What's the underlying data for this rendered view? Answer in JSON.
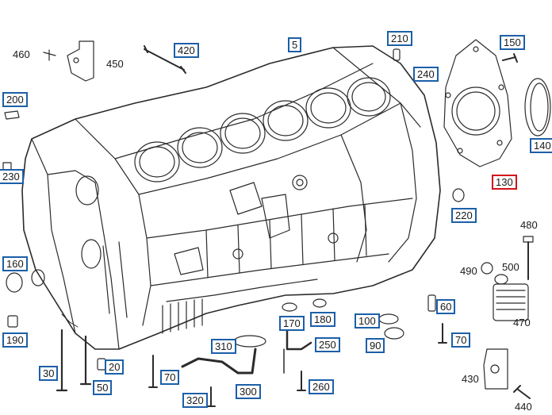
{
  "diagram": {
    "selected_part": "130",
    "colors": {
      "line": "#2b2b2b",
      "box": "#1c5fa8",
      "selected_box": "#d3121b"
    },
    "parts": [
      {
        "id": "p460",
        "label": "460",
        "boxed": false
      },
      {
        "id": "p450",
        "label": "450",
        "boxed": false
      },
      {
        "id": "p420",
        "label": "420",
        "boxed": true
      },
      {
        "id": "p5",
        "label": "5",
        "boxed": true
      },
      {
        "id": "p210",
        "label": "210",
        "boxed": true
      },
      {
        "id": "p150",
        "label": "150",
        "boxed": true
      },
      {
        "id": "p200",
        "label": "200",
        "boxed": true
      },
      {
        "id": "p240",
        "label": "240",
        "boxed": true
      },
      {
        "id": "p140",
        "label": "140",
        "boxed": true
      },
      {
        "id": "p230",
        "label": "230",
        "boxed": true
      },
      {
        "id": "p130",
        "label": "130",
        "boxed": true
      },
      {
        "id": "p220",
        "label": "220",
        "boxed": true
      },
      {
        "id": "p480",
        "label": "480",
        "boxed": false
      },
      {
        "id": "p160",
        "label": "160",
        "boxed": true
      },
      {
        "id": "p490",
        "label": "490",
        "boxed": false
      },
      {
        "id": "p500",
        "label": "500",
        "boxed": false
      },
      {
        "id": "p60",
        "label": "60",
        "boxed": true
      },
      {
        "id": "p170",
        "label": "170",
        "boxed": true
      },
      {
        "id": "p180",
        "label": "180",
        "boxed": true
      },
      {
        "id": "p100",
        "label": "100",
        "boxed": true
      },
      {
        "id": "p470",
        "label": "470",
        "boxed": false
      },
      {
        "id": "p190",
        "label": "190",
        "boxed": true
      },
      {
        "id": "p310",
        "label": "310",
        "boxed": true
      },
      {
        "id": "p250",
        "label": "250",
        "boxed": true
      },
      {
        "id": "p90",
        "label": "90",
        "boxed": true
      },
      {
        "id": "p70a",
        "label": "70",
        "boxed": true
      },
      {
        "id": "p20",
        "label": "20",
        "boxed": true
      },
      {
        "id": "p30",
        "label": "30",
        "boxed": true
      },
      {
        "id": "p70b",
        "label": "70",
        "boxed": true
      },
      {
        "id": "p430",
        "label": "430",
        "boxed": false
      },
      {
        "id": "p50",
        "label": "50",
        "boxed": true
      },
      {
        "id": "p260",
        "label": "260",
        "boxed": true
      },
      {
        "id": "p300",
        "label": "300",
        "boxed": true
      },
      {
        "id": "p320",
        "label": "320",
        "boxed": true
      },
      {
        "id": "p440",
        "label": "440",
        "boxed": false
      }
    ]
  }
}
